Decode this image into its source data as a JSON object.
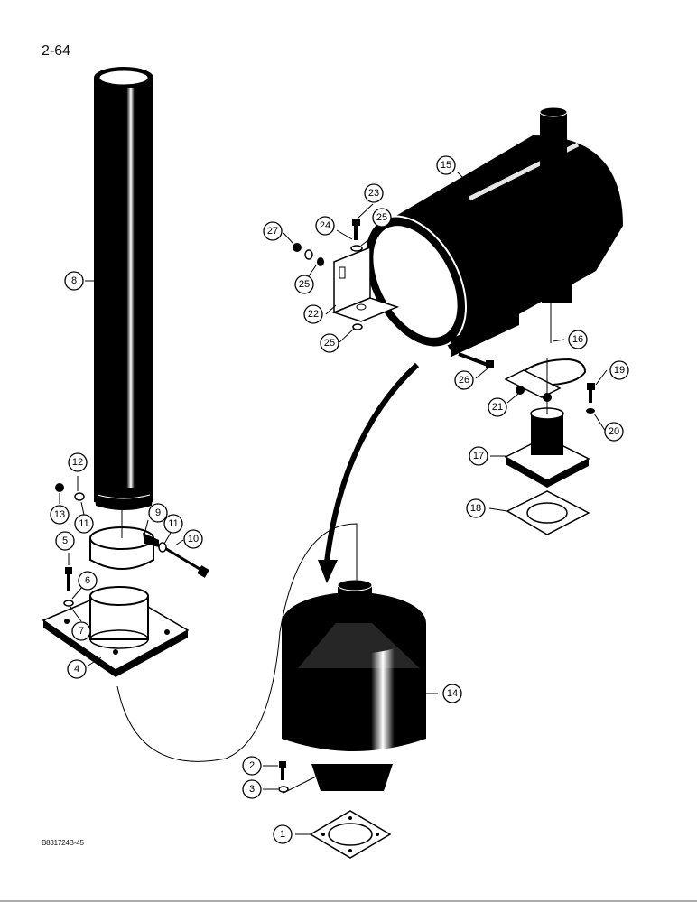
{
  "page": {
    "number": "2-64",
    "figure_code": "B831724B-45"
  },
  "callouts": [
    "1",
    "2",
    "3",
    "4",
    "5",
    "6",
    "7",
    "8",
    "9",
    "10",
    "11",
    "11",
    "12",
    "13",
    "14",
    "15",
    "16",
    "17",
    "18",
    "19",
    "20",
    "21",
    "22",
    "23",
    "24",
    "25",
    "25",
    "25",
    "26",
    "27"
  ]
}
